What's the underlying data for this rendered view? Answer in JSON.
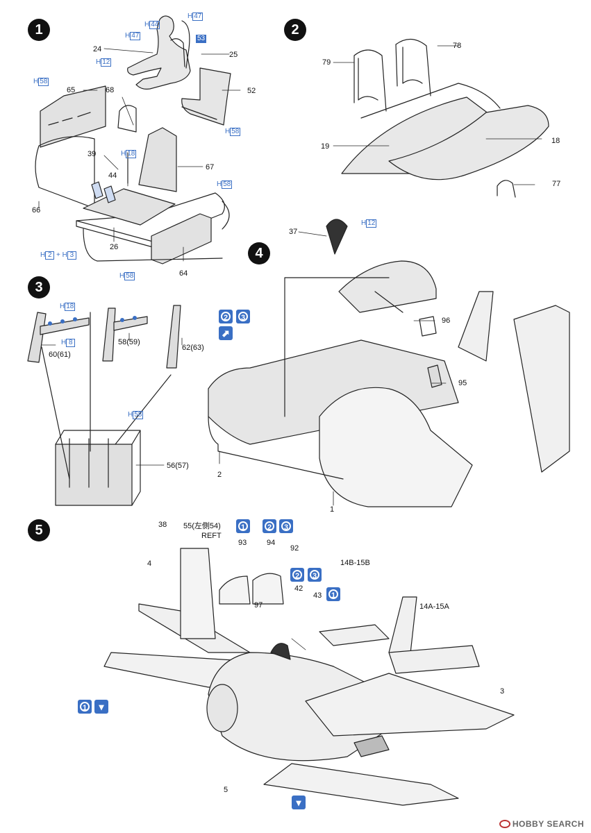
{
  "steps": [
    "1",
    "2",
    "3",
    "4",
    "5"
  ],
  "step1": {
    "h_labels": [
      "H",
      "H",
      "H",
      "H",
      "H",
      "H",
      "H",
      "H",
      "H",
      "H"
    ],
    "h_nums": [
      "44",
      "47",
      "47",
      "12",
      "58",
      "18",
      "58",
      "2",
      "3",
      "58"
    ],
    "parts": [
      "24",
      "25",
      "52",
      "65",
      "68",
      "39",
      "44",
      "67",
      "66",
      "26",
      "64"
    ],
    "decal": "53",
    "plus": "+"
  },
  "step2": {
    "parts": [
      "79",
      "78",
      "19",
      "18",
      "77"
    ]
  },
  "step3": {
    "h_nums": [
      "18",
      "8",
      "58"
    ],
    "parts": [
      "60(61)",
      "58(59)",
      "62(63)",
      "56(57)"
    ]
  },
  "step4": {
    "h_num": "12",
    "parts": [
      "37",
      "96",
      "95",
      "2",
      "1"
    ],
    "badges": [
      "2",
      "3"
    ]
  },
  "step5": {
    "parts": [
      "38",
      "55(左側54)",
      "REFT",
      "93",
      "94",
      "92",
      "4",
      "97",
      "42",
      "43",
      "14B-15B",
      "14A-15A",
      "3",
      "5"
    ],
    "badges": [
      "1",
      "2",
      "3",
      "2",
      "3",
      "1",
      "1"
    ]
  },
  "watermark": "HOBBY SEARCH",
  "colors": {
    "accent": "#3a6fc4",
    "ink": "#1a1a1a",
    "paper": "#ffffff"
  }
}
